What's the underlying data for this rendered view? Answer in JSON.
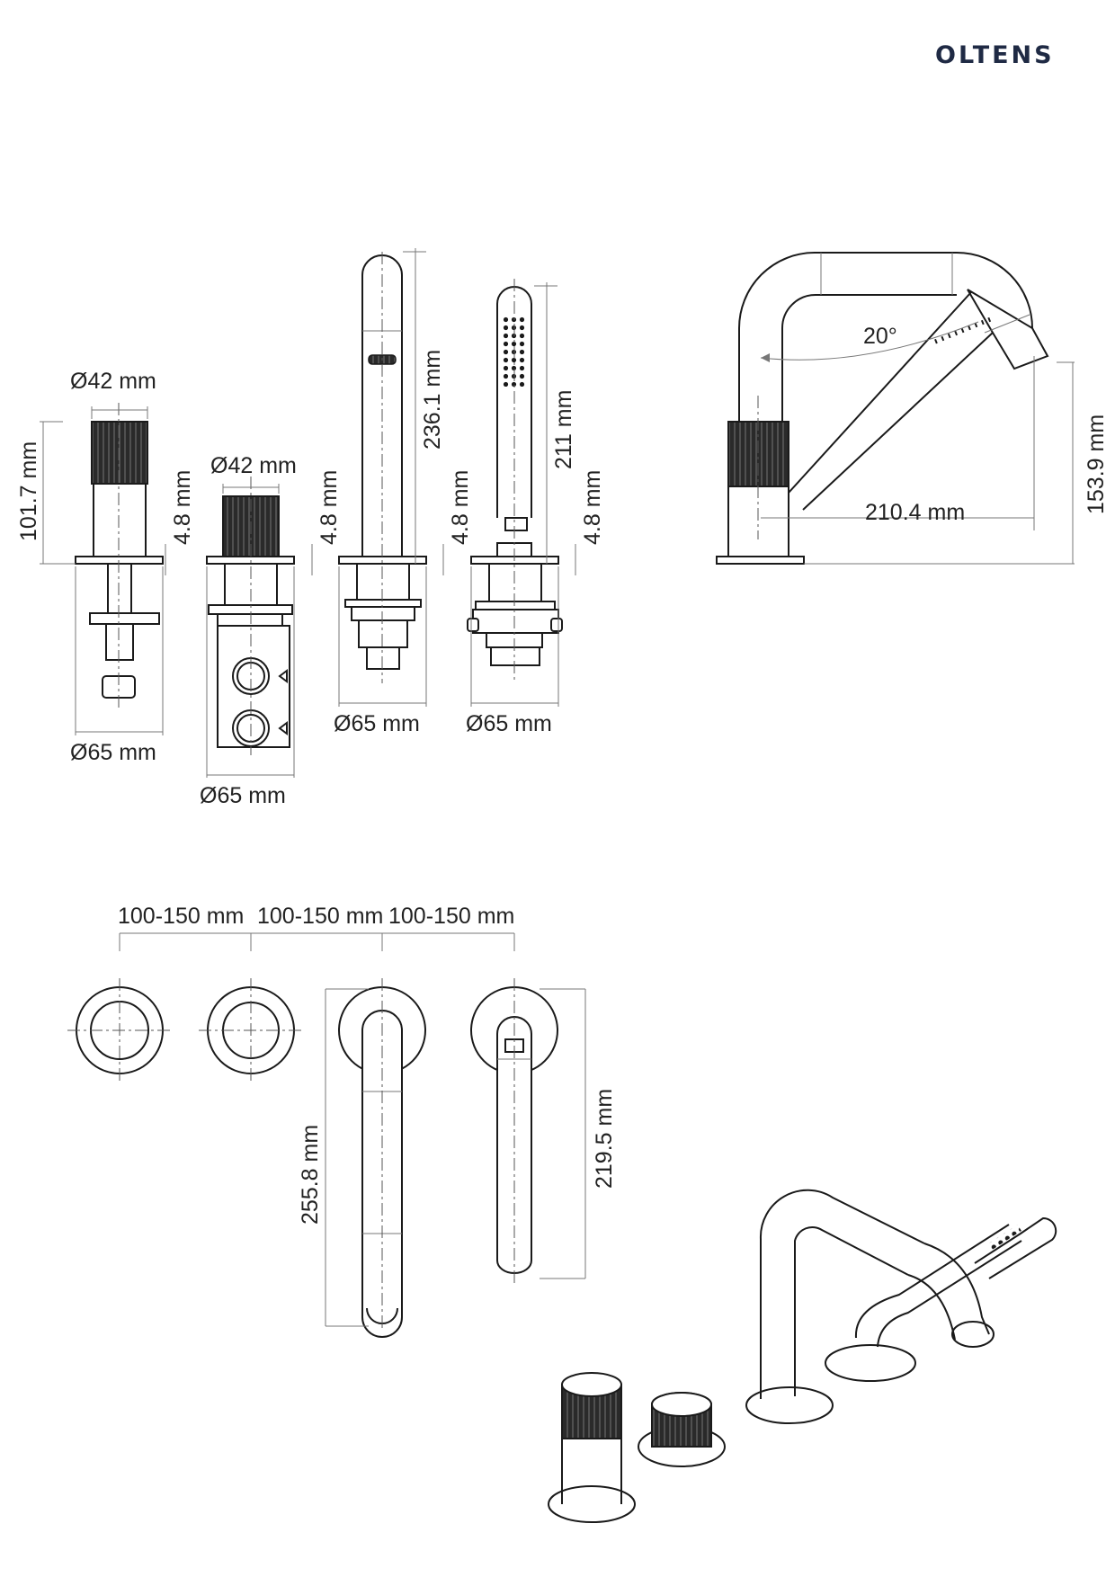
{
  "brand": {
    "name": "OLTENS"
  },
  "labels": {
    "dia42_a": "Ø42 mm",
    "dia42_b": "Ø42 mm",
    "h1017": "101.7 mm",
    "t48_a": "4.8 mm",
    "t48_b": "4.8 mm",
    "t48_c": "4.8 mm",
    "t48_d": "4.8 mm",
    "h2361": "236.1 mm",
    "h211": "211 mm",
    "dia65_a": "Ø65 mm",
    "dia65_b": "Ø65 mm",
    "dia65_c": "Ø65 mm",
    "dia65_d": "Ø65 mm",
    "angle20": "20°",
    "reach2104": "210.4 mm",
    "h1539": "153.9 mm",
    "spacing_a": "100-150 mm",
    "spacing_b": "100-150 mm",
    "spacing_c": "100-150 mm",
    "len2558": "255.8 mm",
    "len2195": "219.5 mm"
  },
  "colors": {
    "line": "#1a1a1a",
    "brand": "#1f2a44"
  }
}
